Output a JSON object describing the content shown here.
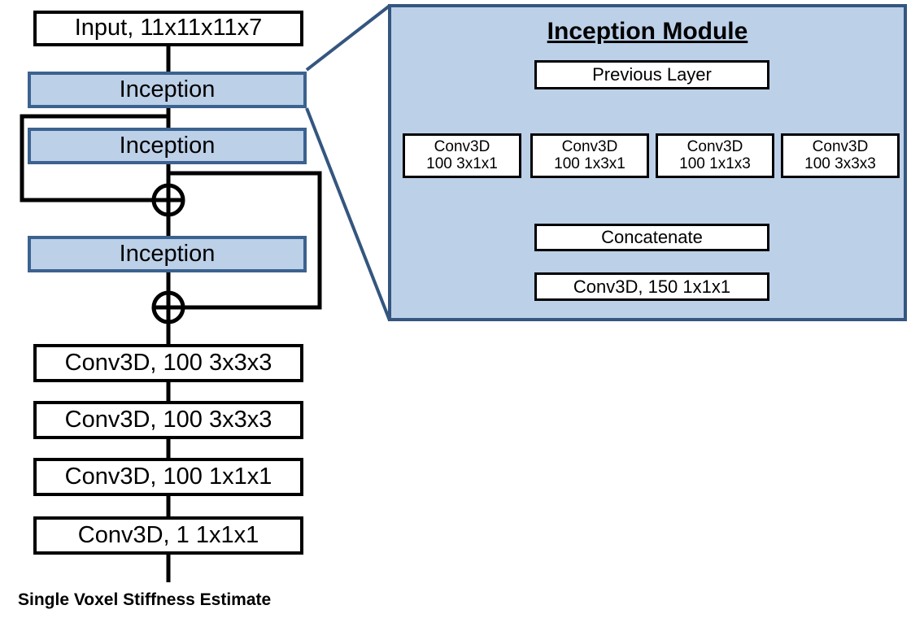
{
  "diagram": {
    "title_caption": "Single Voxel Stiffness Estimate",
    "colors": {
      "panel_fill": "#bcd0e8",
      "panel_border": "#34567f",
      "inception_fill": "#bcd0e8",
      "inception_border": "#3c628f",
      "box_fill": "#ffffff",
      "box_border": "#000000",
      "wire": "#000000",
      "callout": "#34567f"
    }
  },
  "main_pipeline": {
    "nodes": [
      {
        "id": "input",
        "label": "Input, 11x11x11x7",
        "type": "white"
      },
      {
        "id": "inception1",
        "label": "Inception",
        "type": "blue"
      },
      {
        "id": "inception2",
        "label": "Inception",
        "type": "blue"
      },
      {
        "id": "add1",
        "label": "+",
        "type": "adder"
      },
      {
        "id": "inception3",
        "label": "Inception",
        "type": "blue"
      },
      {
        "id": "add2",
        "label": "+",
        "type": "adder"
      },
      {
        "id": "conv1",
        "label": "Conv3D, 100 3x3x3",
        "type": "white"
      },
      {
        "id": "conv2",
        "label": "Conv3D, 100 3x3x3",
        "type": "white"
      },
      {
        "id": "conv3",
        "label": "Conv3D, 100 1x1x1",
        "type": "white"
      },
      {
        "id": "conv4",
        "label": "Conv3D, 1 1x1x1",
        "type": "white"
      }
    ],
    "output_label": "Single Voxel Stiffness Estimate"
  },
  "inception_module": {
    "title": "Inception Module",
    "previous_layer": "Previous Layer",
    "branches": [
      {
        "line1": "Conv3D",
        "line2": "100 3x1x1"
      },
      {
        "line1": "Conv3D",
        "line2": "100 1x3x1"
      },
      {
        "line1": "Conv3D",
        "line2": "100  1x1x3"
      },
      {
        "line1": "Conv3D",
        "line2": "100 3x3x3"
      }
    ],
    "concatenate": "Concatenate",
    "projection": "Conv3D, 150 1x1x1"
  }
}
